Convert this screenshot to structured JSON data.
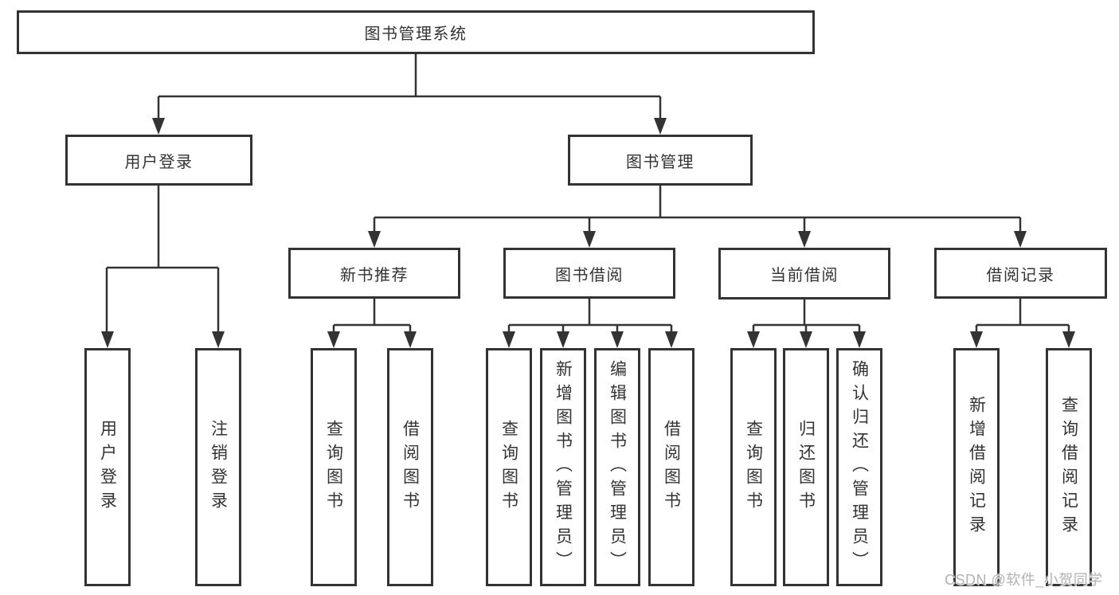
{
  "title": "图书管理系统",
  "watermark": "CSDN @软件_小贺同学",
  "colors": {
    "line": "#333333",
    "border": "#333333",
    "text": "#333333",
    "watermark": "#b2b2b2",
    "background": "#ffffff"
  },
  "tree": {
    "root": {
      "label": "图书管理系统"
    },
    "branches": [
      {
        "label": "用户登录",
        "children": [
          {
            "label": "用户登录"
          },
          {
            "label": "注销登录"
          }
        ]
      },
      {
        "label": "图书管理",
        "children": [
          {
            "label": "新书推荐",
            "children": [
              {
                "label": "查询图书"
              },
              {
                "label": "借阅图书"
              }
            ]
          },
          {
            "label": "图书借阅",
            "children": [
              {
                "label": "查询图书"
              },
              {
                "label": "新增图书（管理员）"
              },
              {
                "label": "编辑图书（管理员）"
              },
              {
                "label": "借阅图书"
              }
            ]
          },
          {
            "label": "当前借阅",
            "children": [
              {
                "label": "查询图书"
              },
              {
                "label": "归还图书"
              },
              {
                "label": "确认归还（管理员）"
              }
            ]
          },
          {
            "label": "借阅记录",
            "children": [
              {
                "label": "新增借阅记录"
              },
              {
                "label": "查询借阅记录"
              }
            ]
          }
        ]
      }
    ]
  }
}
